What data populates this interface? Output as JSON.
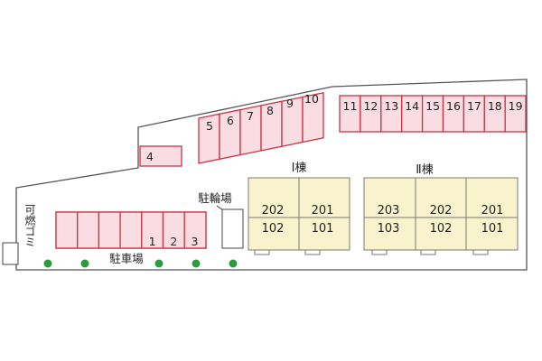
{
  "map": {
    "building_1": {
      "title": "Ⅰ棟",
      "units_upper": [
        "202",
        "201"
      ],
      "units_lower": [
        "102",
        "101"
      ]
    },
    "building_2": {
      "title": "Ⅱ棟",
      "units_upper": [
        "203",
        "202",
        "201"
      ],
      "units_lower": [
        "103",
        "102",
        "101"
      ]
    },
    "bicycle_parking": "駐輪場",
    "parking_label": "駐車場",
    "garbage_label": "可燃ゴミ",
    "parking_spaces": {
      "bottom_row": [
        "",
        "",
        "",
        "",
        "1",
        "2",
        "3"
      ],
      "single": "4",
      "diagonal_row": [
        "5",
        "6",
        "7",
        "8",
        "9",
        "10"
      ],
      "top_right_row": [
        "11",
        "12",
        "13",
        "14",
        "15",
        "16",
        "17",
        "18",
        "19"
      ]
    },
    "colors": {
      "parking_stroke": "#cc3344",
      "parking_fill": "#f9dde2",
      "unit_fill": "#f8f3cc",
      "tree": "#2e9a3e",
      "site_border": "#555555"
    }
  }
}
